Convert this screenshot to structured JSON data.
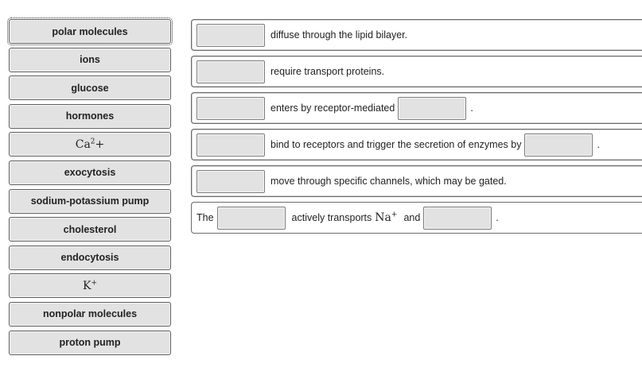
{
  "bank": {
    "items": [
      {
        "label": "polar molecules",
        "selected": true
      },
      {
        "label": "ions"
      },
      {
        "label": "glucose"
      },
      {
        "label": "hormones"
      },
      {
        "base": "Ca",
        "sup": "2",
        "suffix": "+"
      },
      {
        "label": "exocytosis"
      },
      {
        "label": "sodium-potassium pump"
      },
      {
        "label": "cholesterol"
      },
      {
        "label": "endocytosis"
      },
      {
        "base": "K",
        "sup": "+",
        "suffix": ""
      },
      {
        "label": "nonpolar molecules"
      },
      {
        "label": "proton pump"
      }
    ]
  },
  "targets": {
    "r1": {
      "text": "diffuse through the lipid bilayer."
    },
    "r2": {
      "text": "require transport proteins."
    },
    "r3": {
      "text": "enters by receptor-mediated",
      "end": "."
    },
    "r4": {
      "text": "bind to receptors and trigger the secretion of enzymes by",
      "end": "."
    },
    "r5": {
      "text": "move through specific channels, which may be gated."
    },
    "r6": {
      "start": "The",
      "mid": "actively transports",
      "ion": "Na",
      "ion_sup": "+",
      "and": "and",
      "end": "."
    }
  }
}
